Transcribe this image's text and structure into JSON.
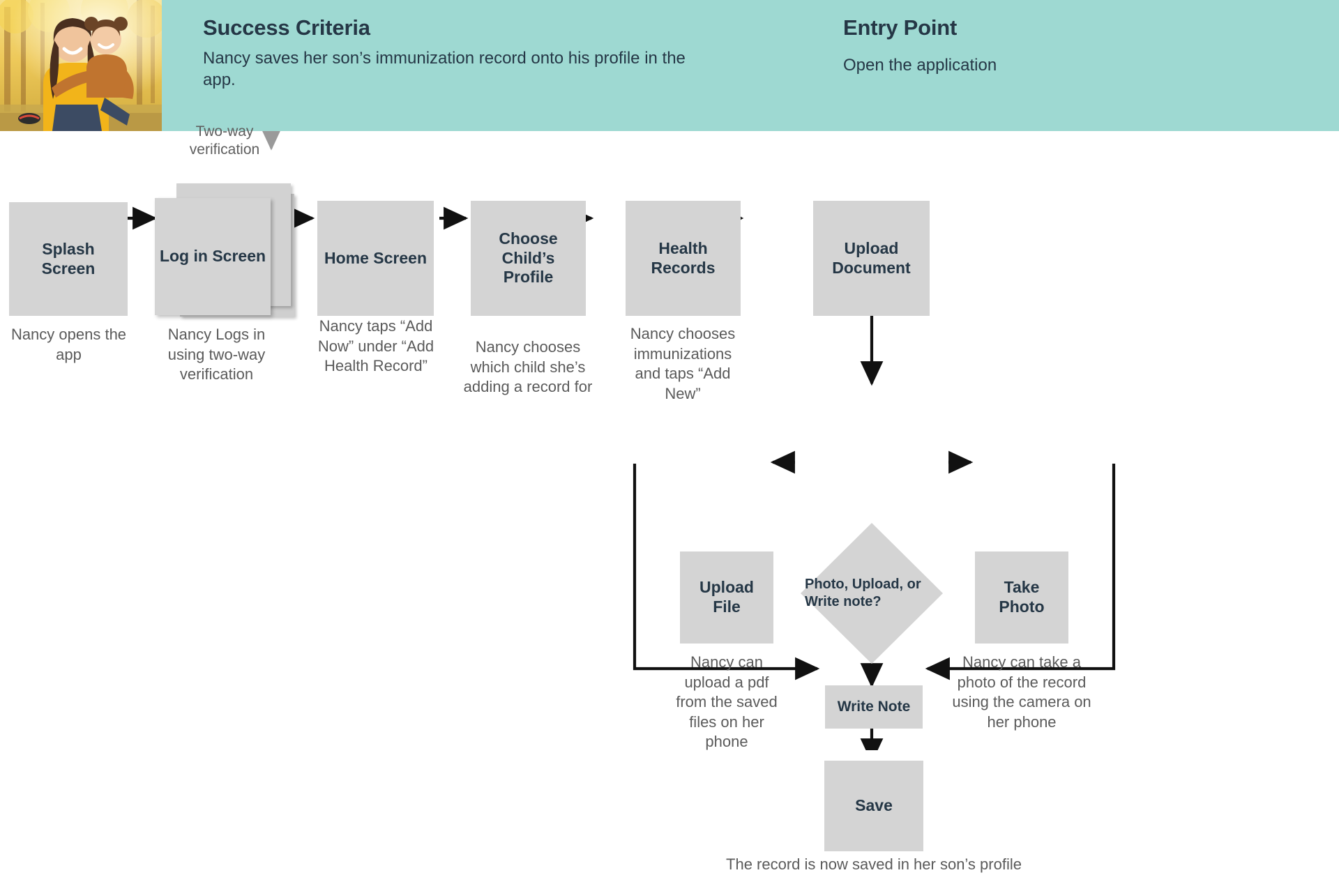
{
  "header": {
    "band_color": "#9ed9d2",
    "text_color": "#253746",
    "photo_alt": "mother-and-daughter-photo",
    "success": {
      "title": "Success Criteria",
      "body": "Nancy saves her son’s immunization record onto his profile in the app."
    },
    "entry": {
      "title": "Entry Point",
      "body": "Open the application"
    }
  },
  "flow": {
    "node_fill": "#d4d4d4",
    "label_color": "#253746",
    "caption_color": "#5a5a5a",
    "annotation": {
      "label": "Two-way verification"
    },
    "nodes": [
      {
        "id": "splash-screen",
        "label": "Splash Screen",
        "caption": "Nancy opens the app"
      },
      {
        "id": "log-in-screen",
        "label": "Log in Screen",
        "caption": "Nancy Logs in using two-way verification"
      },
      {
        "id": "home-screen",
        "label": "Home Screen",
        "caption": "Nancy taps “Add Now” under “Add Health Record”"
      },
      {
        "id": "choose-child",
        "label": "Choose Child’s Profile",
        "caption": "Nancy chooses which child she’s adding a record for"
      },
      {
        "id": "health-records",
        "label": "Health Records",
        "caption": "Nancy chooses immunizations and taps “Add New”"
      },
      {
        "id": "upload-document",
        "label": "Upload Document",
        "caption": ""
      },
      {
        "id": "decision",
        "label": "Photo, Upload, or Write note?",
        "caption": ""
      },
      {
        "id": "upload-file",
        "label": "Upload File",
        "caption": "Nancy can upload a pdf from the saved files on her phone"
      },
      {
        "id": "write-note",
        "label": "Write Note",
        "caption": ""
      },
      {
        "id": "take-photo",
        "label": "Take Photo",
        "caption": "Nancy can take a photo of the record using the camera on her phone"
      },
      {
        "id": "save",
        "label": "Save",
        "caption": "The record is now saved in her son’s profile"
      }
    ]
  }
}
